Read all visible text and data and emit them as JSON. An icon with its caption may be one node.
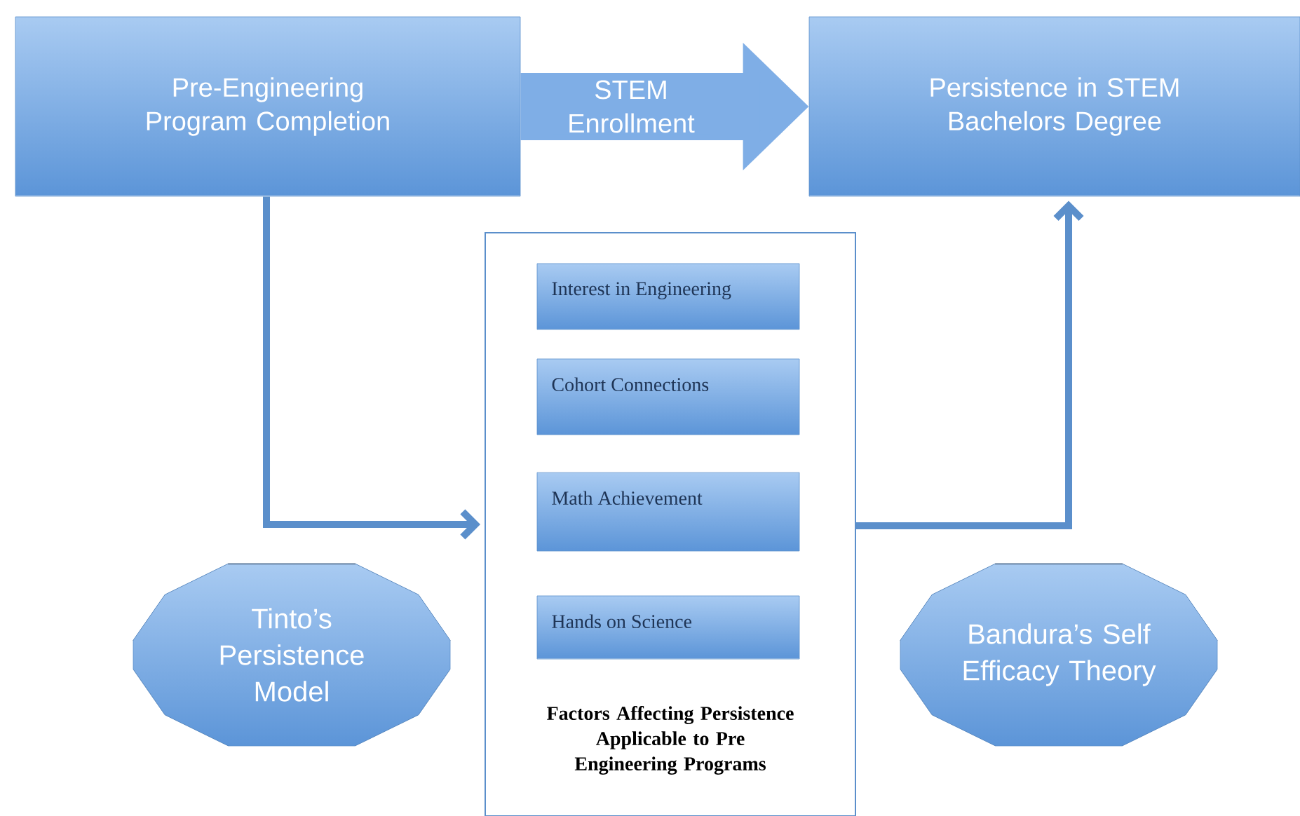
{
  "diagram": {
    "nodes": [
      {
        "text": [
          "Pre-Engineering Program Completion"
        ]
      },
      {
        "text": [
          "Persistence in STEM Bachelors Degree"
        ]
      },
      {
        "text": [
          "Factors Affecting Persistence Applicable to Pre Engineering Programs"
        ]
      },
      {
        "text": [
          "Interest in Engineering"
        ],
        "in": 2
      },
      {
        "text": [
          "Cohort Connections"
        ],
        "in": 2
      },
      {
        "text": [
          "Math Achievement"
        ],
        "in": 2
      },
      {
        "text": [
          "Hands on Science"
        ],
        "in": 2
      },
      {
        "text": [
          "Tinto’s Persistence Model"
        ]
      },
      {
        "text": [
          "Bandura’s Self Efficacy Theory"
        ]
      }
    ],
    "edges": [
      {
        "from": 0,
        "to": 1,
        "arrow": "to",
        "label": "STEM Enrollment",
        "style": "thick"
      },
      {
        "from": 0,
        "to": 2,
        "arrow": "to"
      },
      {
        "from": 2,
        "to": 1,
        "arrow": "to"
      }
    ]
  }
}
